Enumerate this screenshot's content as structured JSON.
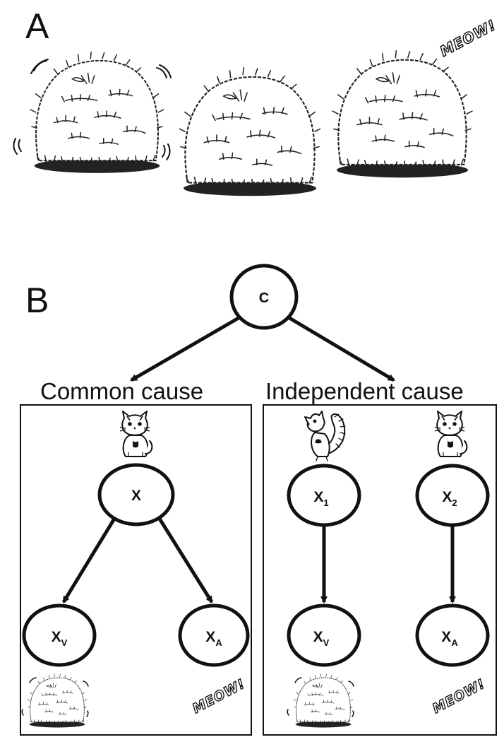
{
  "panels": {
    "a": "A",
    "b": "B"
  },
  "sound": "MEOW!",
  "top_node": "C",
  "boxes": {
    "common": {
      "title": "Common cause",
      "latent": {
        "base": "X",
        "sub": ""
      },
      "visual": {
        "base": "X",
        "sub": "V"
      },
      "auditory": {
        "base": "X",
        "sub": "A"
      }
    },
    "independent": {
      "title": "Independent cause",
      "latent1": {
        "base": "X",
        "sub": "1"
      },
      "latent2": {
        "base": "X",
        "sub": "2"
      },
      "visual": {
        "base": "X",
        "sub": "V"
      },
      "auditory": {
        "base": "X",
        "sub": "A"
      }
    }
  },
  "icons": [
    "bush-icon",
    "shaking-bush-icon",
    "cat-icon",
    "squirrel-icon",
    "meow-sound-icon"
  ]
}
